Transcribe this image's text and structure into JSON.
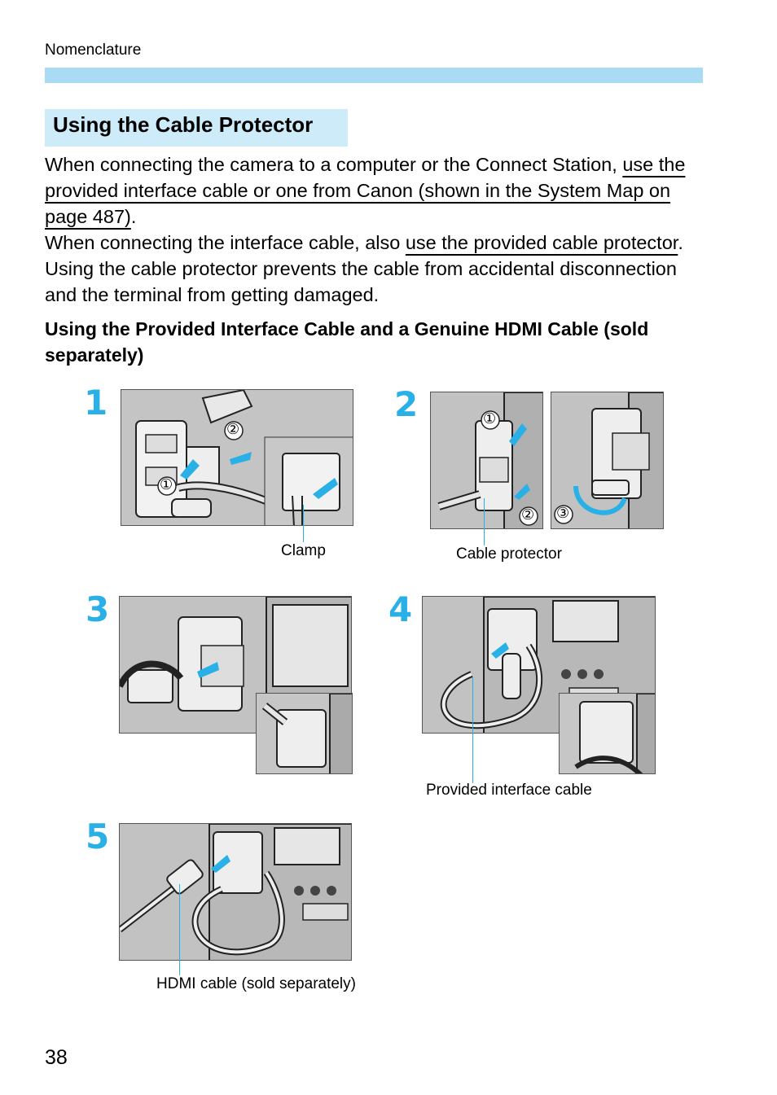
{
  "header": {
    "section_label": "Nomenclature",
    "bar_color": "#a9dcf4"
  },
  "section": {
    "title": "Using the Cable Protector",
    "title_bg": "#cdebf8",
    "paragraph1": {
      "text_before": "When connecting the camera to a computer or the Connect Station, ",
      "link_text": "use the provided interface cable or one from Canon (shown in the System Map on page 487)",
      "text_after": "."
    },
    "paragraph2": {
      "text_before": "When connecting the interface cable, also ",
      "link_text": "use the provided cable protector",
      "text_after": ". Using the cable protector prevents the cable from accidental disconnection and the terminal from getting damaged."
    },
    "subheading": "Using the Provided Interface Cable and a Genuine HDMI Cable (sold separately)"
  },
  "steps": [
    {
      "number": "1",
      "callouts": [
        "②",
        "①"
      ],
      "caption": "Clamp"
    },
    {
      "number": "2",
      "callouts": [
        "①",
        "②",
        "③"
      ],
      "caption": "Cable protector"
    },
    {
      "number": "3",
      "callouts": [],
      "caption": ""
    },
    {
      "number": "4",
      "callouts": [],
      "caption": "Provided interface cable"
    },
    {
      "number": "5",
      "callouts": [],
      "caption": "HDMI cable (sold separately)"
    }
  ],
  "page_number": "38",
  "accent_color": "#29b0e6"
}
